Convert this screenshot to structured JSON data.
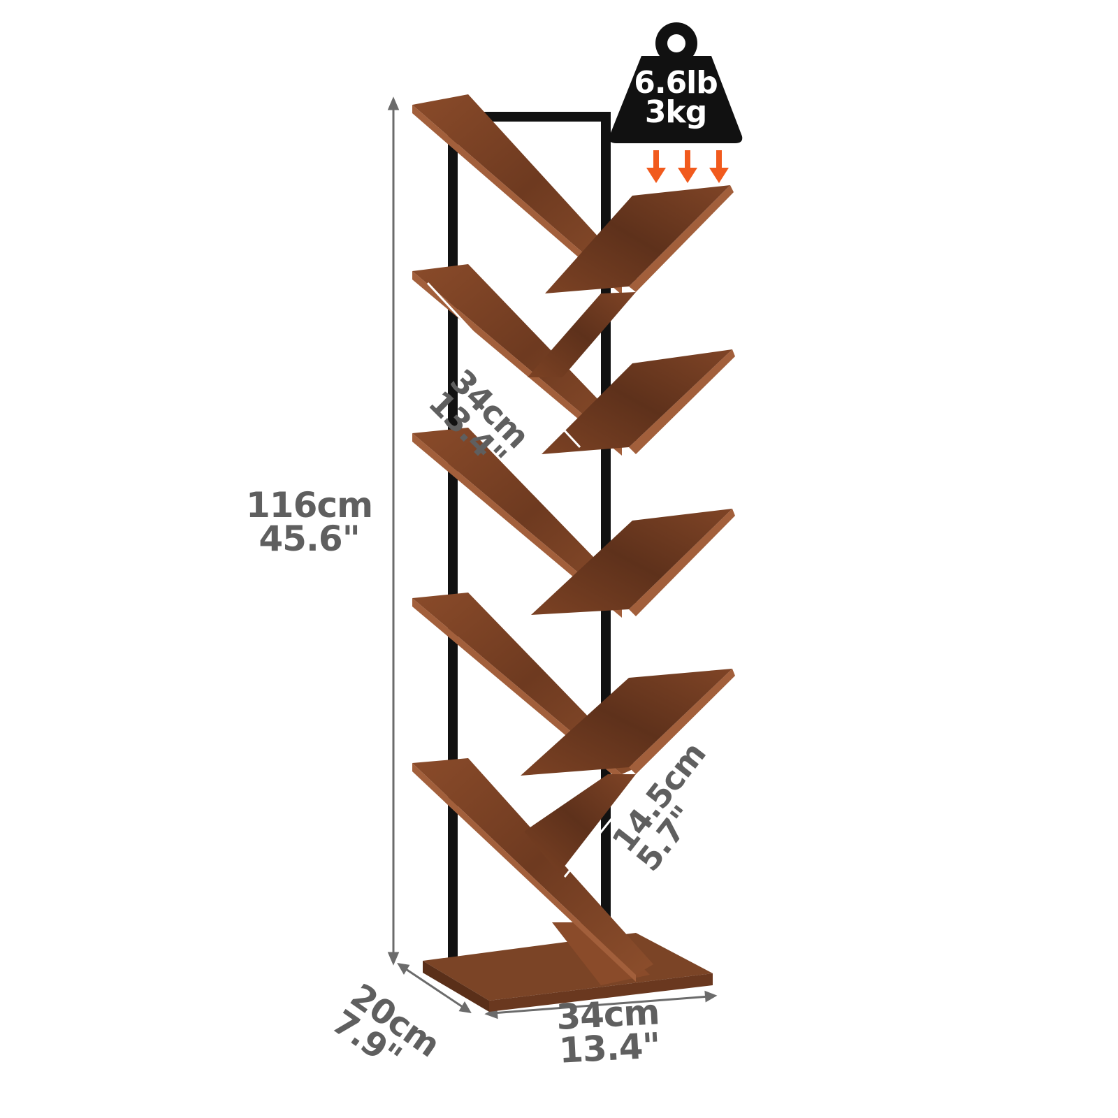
{
  "product": {
    "height_metric": "116cm",
    "height_imperial": "45.6\"",
    "width_metric": "34cm",
    "width_imperial": "13.4\"",
    "depth_metric": "20cm",
    "depth_imperial": "7.9\"",
    "shelf_length_metric": "34cm",
    "shelf_length_imperial": "13.4\"",
    "shelf_gap_metric": "14.5cm",
    "shelf_gap_imperial": "5.7\"",
    "load_imperial": "6.6lb",
    "load_metric": "3kg"
  },
  "icons": [
    "weight-icon",
    "down-arrow-icon"
  ],
  "colors": {
    "wood": "#7a4125",
    "wood_dark": "#4e2915",
    "wood_edge": "#a25f3b",
    "frame": "#111111",
    "dimension_text": "#5f5f5f",
    "arrow": "#f15a1d",
    "weight_badge": "#111111"
  }
}
